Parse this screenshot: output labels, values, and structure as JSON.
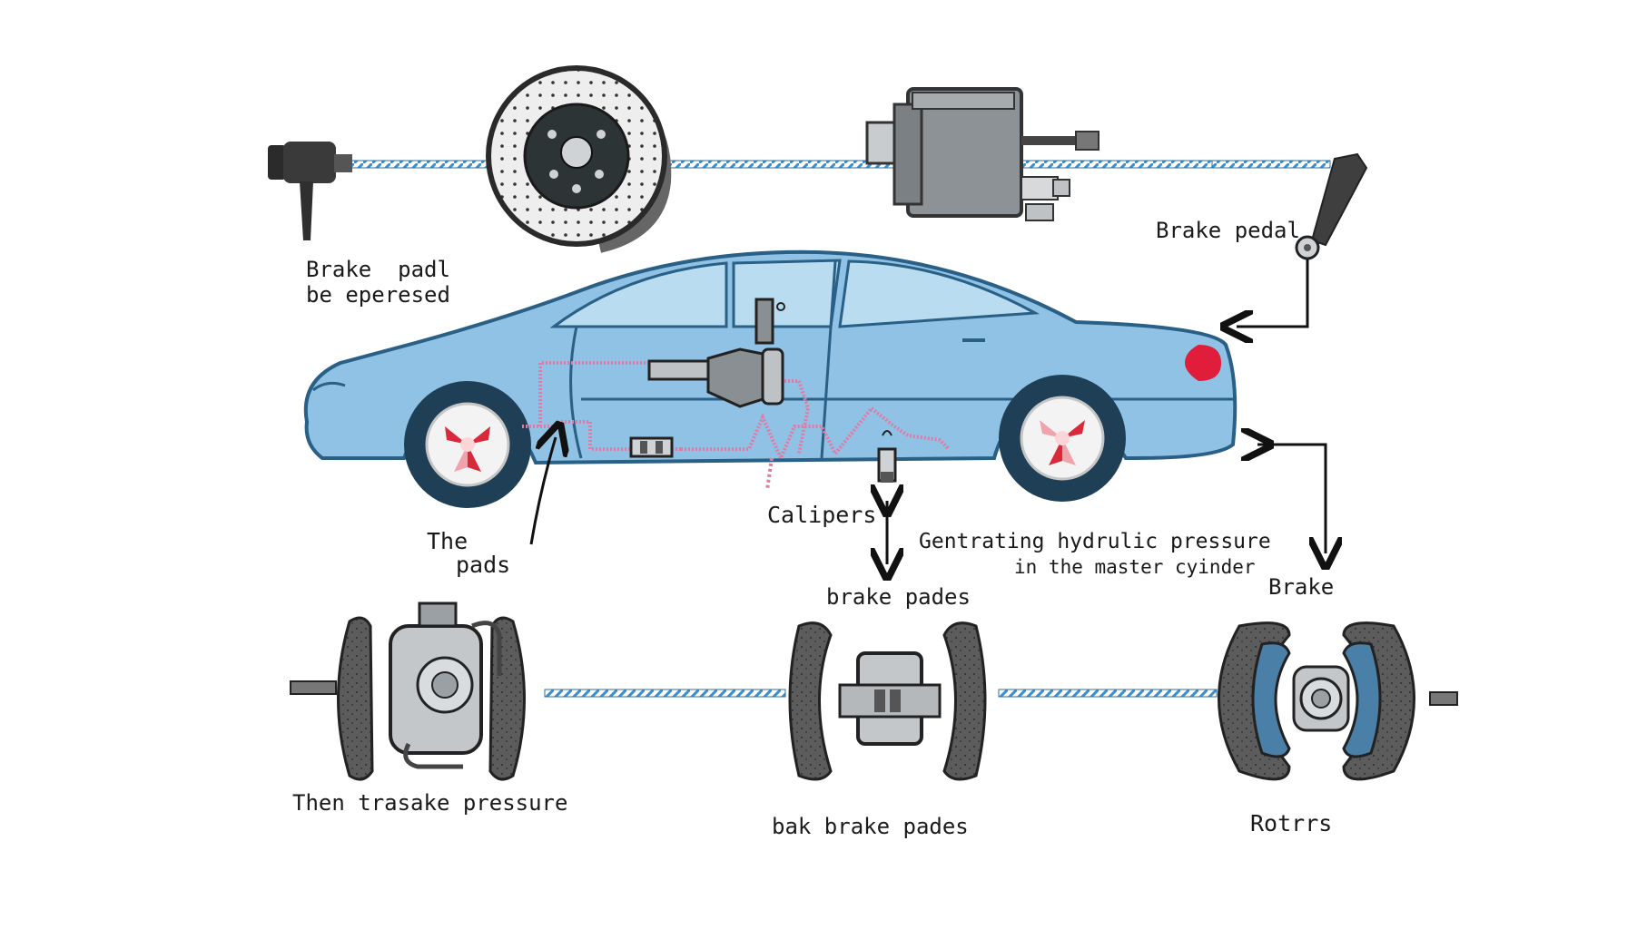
{
  "labels": {
    "top_left_line1": "Brake  padl",
    "top_left_line2": "be eperesed",
    "top_right": "Brake pedal",
    "calipers": "Calipers",
    "the_pads_line1": "The",
    "the_pads_line2": "pads",
    "hydraulic_line1": "Gentrating hydrulic pressure",
    "hydraulic_line2": "in the master cyinder",
    "brake_pades": "brake pades",
    "brake": "Brake",
    "then_pressure": "Then trasake pressure",
    "bak_brake_pades": "bak brake pades",
    "rotors": "Rotrrs"
  },
  "colors": {
    "car_body": "#8fc2e4",
    "car_outline": "#2a5f86",
    "hydraulic_line": "#e27aa6",
    "cable": "#3a8fd0",
    "tire": "#1f3f56",
    "pad": "#5a5a5a",
    "metal": "#b9bec3",
    "shoe_blue": "#4a7fa8"
  },
  "icons": {
    "master_cylinder": "master-cylinder-icon",
    "rotor": "brake-rotor-icon",
    "pedal": "brake-pedal-icon",
    "car": "car-icon",
    "caliper": "caliper-icon"
  }
}
